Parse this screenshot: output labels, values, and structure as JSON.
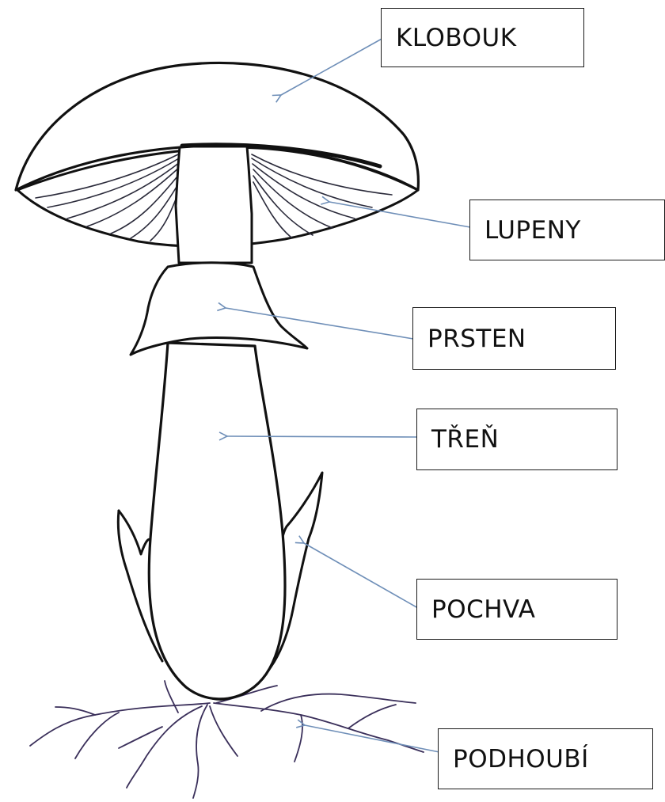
{
  "labels": {
    "klobouk": "KLOBOUK",
    "lupeny": "LUPENY",
    "prsten": "PRSTEN",
    "tren": "TŘEŇ",
    "pochva": "POCHVA",
    "podhoubi": "PODHOUBÍ"
  },
  "colors": {
    "outline": "#111111",
    "gills": "#2a2a3a",
    "mycelium": "#3a2f5a",
    "arrow": "#6f8fb8"
  }
}
